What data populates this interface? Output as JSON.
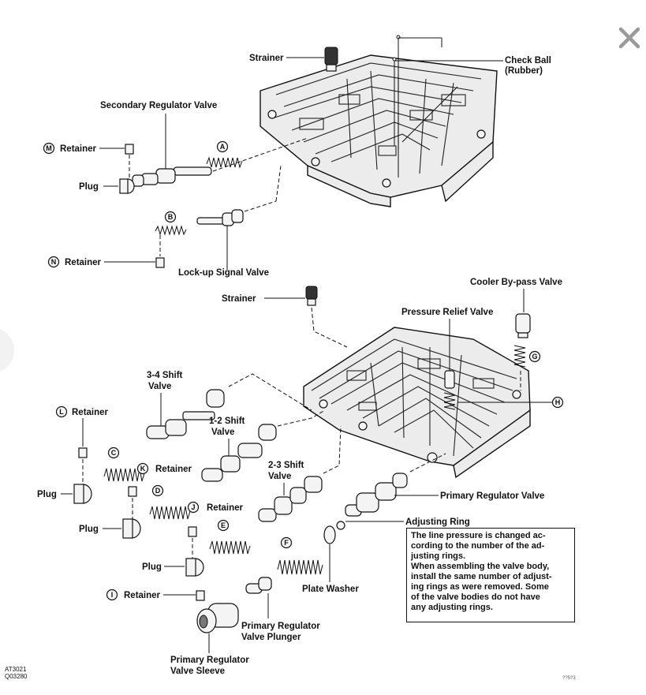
{
  "labels": {
    "strainer_top": "Strainer",
    "check_ball": "Check Ball",
    "check_ball_sub": "(Rubber)",
    "secondary_regulator_valve": "Secondary Regulator Valve",
    "retainer_m": "Retainer",
    "plug_top": "Plug",
    "retainer_n": "Retainer",
    "lock_up_signal_valve": "Lock-up Signal Valve",
    "strainer_lower": "Strainer",
    "cooler_bypass_valve": "Cooler By-pass Valve",
    "pressure_relief_valve": "Pressure Relief Valve",
    "shift_34_line1": "3-4 Shift",
    "shift_34_line2": "Valve",
    "shift_12_line1": "1-2 Shift",
    "shift_12_line2": "Valve",
    "shift_23_line1": "2-3 Shift",
    "shift_23_line2": "Valve",
    "retainer_l": "Retainer",
    "retainer_k": "Retainer",
    "retainer_j": "Retainer",
    "retainer_i": "Retainer",
    "plug_c": "Plug",
    "plug_d": "Plug",
    "plug_e": "Plug",
    "primary_regulator_valve": "Primary Regulator Valve",
    "adjusting_ring": "Adjusting Ring",
    "plate_washer": "Plate Washer",
    "prv_plunger_line1": "Primary Regulator",
    "prv_plunger_line2": "Valve Plunger",
    "prv_sleeve_line1": "Primary Regulator",
    "prv_sleeve_line2": "Valve Sleeve"
  },
  "callouts": {
    "a": "A",
    "b": "B",
    "c": "C",
    "d": "D",
    "e": "E",
    "f": "F",
    "g": "G",
    "h": "H",
    "i": "I",
    "j": "J",
    "k": "K",
    "l": "L",
    "m": "M",
    "n": "N"
  },
  "note_lines": [
    "The line pressure is changed ac-",
    "cording to the number of the ad-",
    "justing rings.",
    "When assembling the valve body,",
    "install the same number of adjust-",
    "ing rings as were removed. Some",
    "of the valve bodies do not have",
    "any adjusting rings."
  ],
  "figure_codes": {
    "line1": "AT3021",
    "line2": "Q03280"
  },
  "page_tag": "??5?3",
  "close_icon": "close-x-icon",
  "colors": {
    "ink": "#111111",
    "paper": "#ffffff",
    "close_icon": "#9a9a9a"
  }
}
